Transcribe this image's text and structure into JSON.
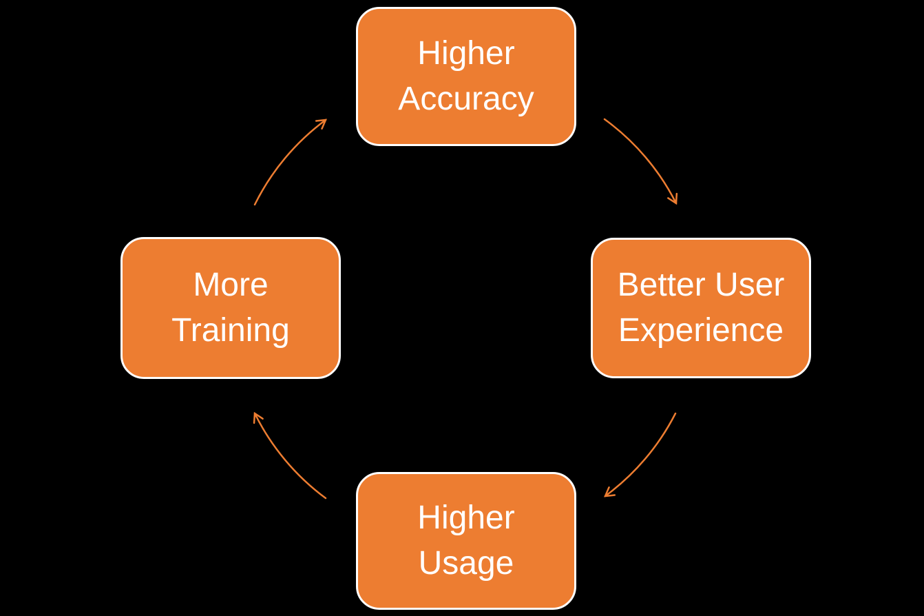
{
  "diagram": {
    "type": "cycle",
    "colors": {
      "background": "#000000",
      "node_fill": "#ED7D31",
      "node_border": "#FFFFFF",
      "node_text": "#FFFFFF",
      "arrow_color": "#ED7D31"
    },
    "nodes": [
      {
        "id": "higher-accuracy",
        "position": "top",
        "label": "Higher\nAccuracy"
      },
      {
        "id": "better-user-experience",
        "position": "right",
        "label": "Better User\nExperience"
      },
      {
        "id": "higher-usage",
        "position": "bottom",
        "label": "Higher\nUsage"
      },
      {
        "id": "more-training",
        "position": "left",
        "label": "More\nTraining"
      }
    ],
    "arrows": [
      {
        "from": "higher-accuracy",
        "to": "better-user-experience",
        "direction": "clockwise"
      },
      {
        "from": "better-user-experience",
        "to": "higher-usage",
        "direction": "clockwise"
      },
      {
        "from": "higher-usage",
        "to": "more-training",
        "direction": "clockwise"
      },
      {
        "from": "more-training",
        "to": "higher-accuracy",
        "direction": "clockwise"
      }
    ]
  }
}
